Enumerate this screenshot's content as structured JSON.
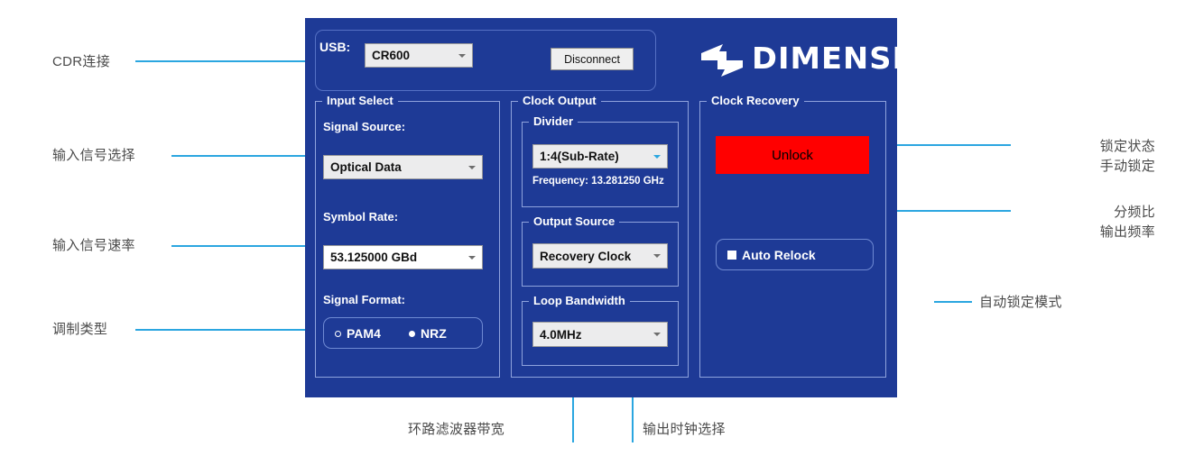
{
  "window": {
    "connection": {
      "usb_label": "USB:",
      "device_value": "CR600",
      "disconnect_label": "Disconnect"
    },
    "logo": {
      "wordmark": "DIMENSION",
      "mark_icon": "dimension-arrows-logo"
    },
    "input_select": {
      "caption": "Input Select",
      "signal_source_label": "Signal Source:",
      "signal_source_value": "Optical Data",
      "symbol_rate_label": "Symbol Rate:",
      "symbol_rate_value": "53.125000 GBd",
      "signal_format_label": "Signal Format:",
      "format_options": [
        {
          "label": "PAM4",
          "selected": true
        },
        {
          "label": "NRZ",
          "selected": false
        }
      ]
    },
    "clock_output": {
      "caption": "Clock Output",
      "divider": {
        "caption": "Divider",
        "value": "1:4(Sub-Rate)",
        "frequency_text": "Frequency: 13.281250 GHz"
      },
      "output_source": {
        "caption": "Output Source",
        "value": "Recovery Clock"
      },
      "loop_bandwidth": {
        "caption": "Loop Bandwidth",
        "value": "4.0MHz"
      }
    },
    "clock_recovery": {
      "caption": "Clock Recovery",
      "lock_button_label": "Unlock",
      "lock_button_color": "#ff0000",
      "auto_relock_label": "Auto Relock",
      "auto_relock_checked": true
    }
  },
  "annotations": {
    "accent_color": "#2ba6e0",
    "text_color": "#4a4a4a",
    "left": [
      {
        "text": "CDR连接"
      },
      {
        "text": "输入信号选择"
      },
      {
        "text": "输入信号速率"
      },
      {
        "text": "调制类型"
      }
    ],
    "right": [
      {
        "text": "锁定状态\n手动锁定"
      },
      {
        "text": "分频比\n输出频率"
      },
      {
        "text": "自动锁定模式"
      }
    ],
    "bottom": [
      {
        "text": "环路滤波器带宽"
      },
      {
        "text": "输出时钟选择"
      }
    ]
  }
}
